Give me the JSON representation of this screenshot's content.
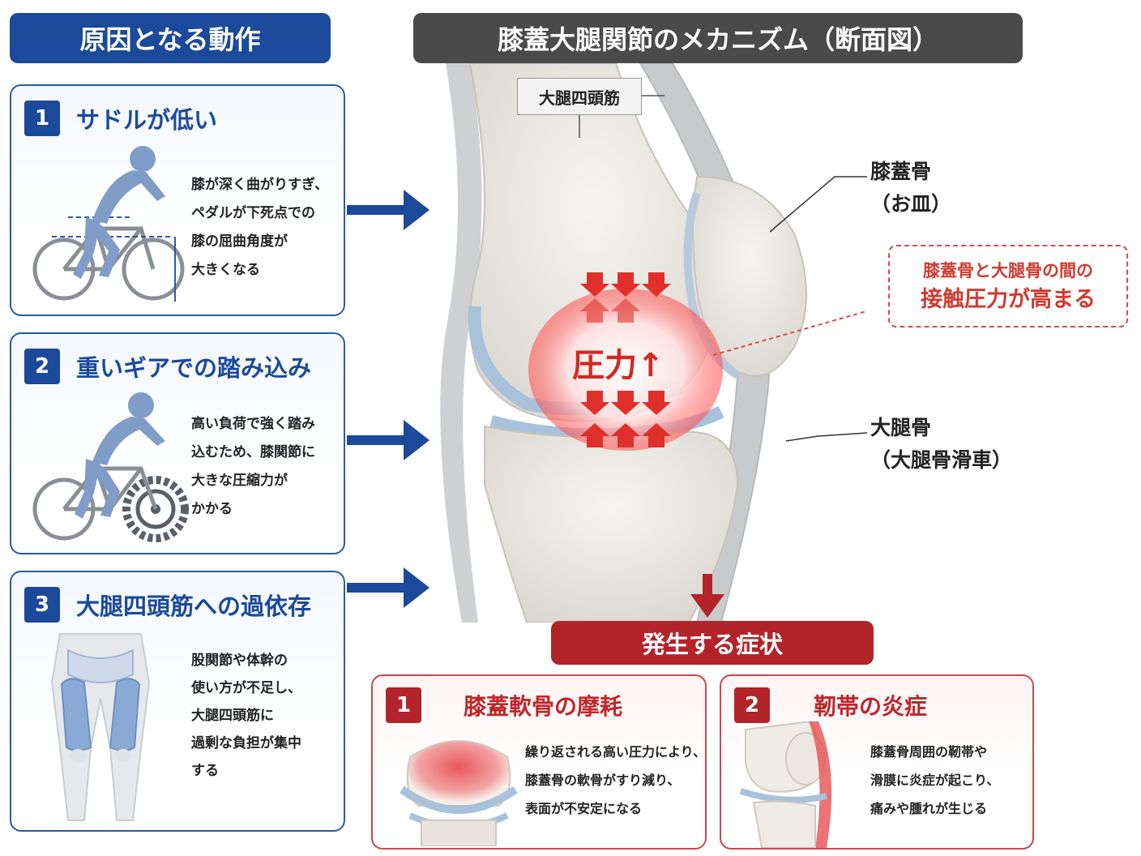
{
  "headers": {
    "left": "原因となる動作",
    "center": "膝蓋大腿関節のメカニズム（断面図）",
    "symptoms": "発生する症状"
  },
  "causes": [
    {
      "num": "1",
      "title": "サドルが低い",
      "lines": [
        "膝が深く曲がりすぎ、",
        "ペダルが下死点での",
        "膝の屈曲角度が",
        "大きくなる"
      ]
    },
    {
      "num": "2",
      "title": "重いギアでの踏み込み",
      "lines": [
        "高い負荷で強く踏み",
        "込むため、膝関節に",
        "大きな圧縮力が",
        "かかる"
      ]
    },
    {
      "num": "3",
      "title": "大腿四頭筋への過依存",
      "lines": [
        "股関節や体幹の",
        "使い方が不足し、",
        "大腿四頭筋に",
        "過剰な負担が集中",
        "する"
      ]
    }
  ],
  "diagram": {
    "muscle_label": "大腿四頭筋",
    "patella_label": [
      "膝蓋骨",
      "（お皿）"
    ],
    "femur_label": [
      "大腿骨",
      "（大腿骨滑車）"
    ],
    "callout": [
      "膝蓋骨と大腿骨の間の",
      "接触圧力が高まる"
    ],
    "pressure": "圧力↑"
  },
  "symptoms": [
    {
      "num": "1",
      "title": "膝蓋軟骨の摩耗",
      "lines": [
        "繰り返される高い圧力により、",
        "膝蓋骨の軟骨がすり減り、",
        "表面が不安定になる"
      ]
    },
    {
      "num": "2",
      "title": "靭帯の炎症",
      "lines": [
        "膝蓋骨周囲の靭帯や",
        "滑膜に炎症が起こり、",
        "痛みや腫れが生じる"
      ]
    }
  ],
  "colors": {
    "blue": "#1c4a9a",
    "red": "#b3242a",
    "gray": "#4a4a4a"
  }
}
